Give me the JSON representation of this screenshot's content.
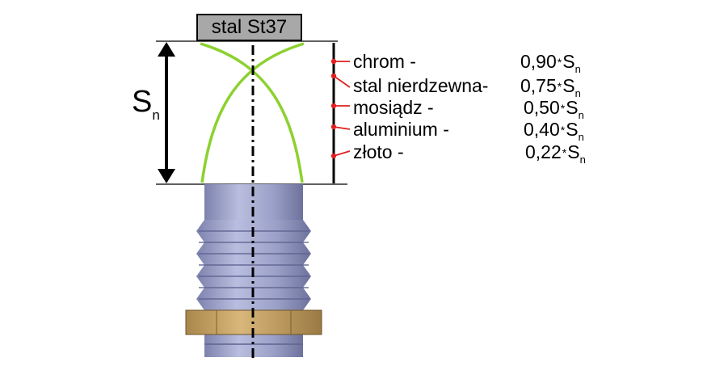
{
  "target_label": "stal St37",
  "sn": {
    "main": "S",
    "sub": "n"
  },
  "materials": [
    {
      "name": "chrom -",
      "factor": "0,90",
      "unit": "S",
      "unit_sub": "n"
    },
    {
      "name": "stal nierdzewna-",
      "factor": "0,75",
      "unit": "S",
      "unit_sub": "n"
    },
    {
      "name": "mosiądz -",
      "factor": "0,50",
      "unit": "S",
      "unit_sub": "n"
    },
    {
      "name": "aluminium -",
      "factor": "0,40",
      "unit": "S",
      "unit_sub": "n"
    },
    {
      "name": "złoto -",
      "factor": "0,22",
      "unit": "S",
      "unit_sub": "n"
    }
  ],
  "multiply_symbol": "*",
  "colors": {
    "detection_curve": "#8cd12e",
    "marker_dot": "#e02020",
    "sensor_body": "#9aa0c4",
    "hex_nut": "#c7a46a",
    "target_plate": "#a8a8a8"
  }
}
